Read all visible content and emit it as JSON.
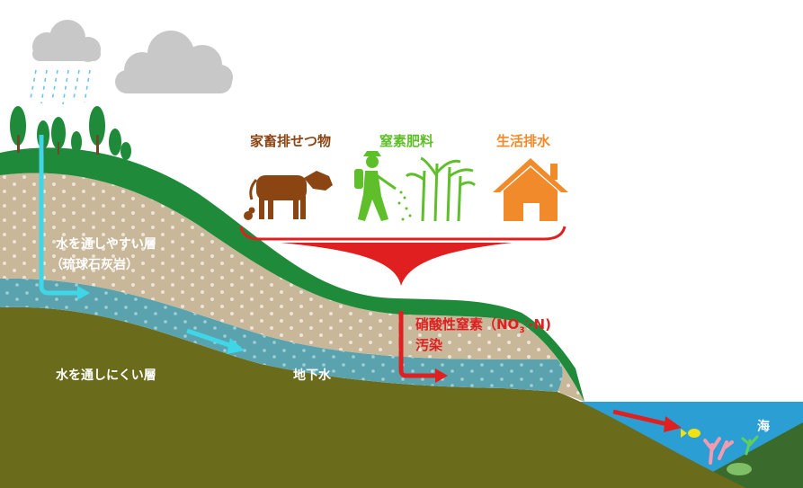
{
  "labels": {
    "permeable_layer_line1": "水を通しやすい層",
    "permeable_layer_line2": "（琉球石灰岩）",
    "impermeable_layer": "水を通しにくい層",
    "groundwater": "地下水",
    "sea": "海",
    "nitrate_line1_prefix": "硝酸性窒素（NO",
    "nitrate_sub": "3",
    "nitrate_sup": "-",
    "nitrate_line1_suffix": "-N)",
    "nitrate_line2": "汚染"
  },
  "sources": [
    {
      "label": "家畜排せつ物",
      "color": "#8b4513",
      "icon": "cow-icon"
    },
    {
      "label": "窒素肥料",
      "color": "#5fbf2b",
      "icon": "farmer-sugarcane-icon"
    },
    {
      "label": "生活排水",
      "color": "#f08a2b",
      "icon": "house-icon"
    }
  ],
  "colors": {
    "grass": "#1e8a3a",
    "soil": "#c9b79a",
    "groundwater": "#5aa3ae",
    "bedrock": "#6b6b1c",
    "sea": "#2b9fd4",
    "rain": "#6fc4e8",
    "flow_arrow": "#3fd7e8",
    "pollution": "#e02020",
    "cloud": "#c8c8c8"
  }
}
